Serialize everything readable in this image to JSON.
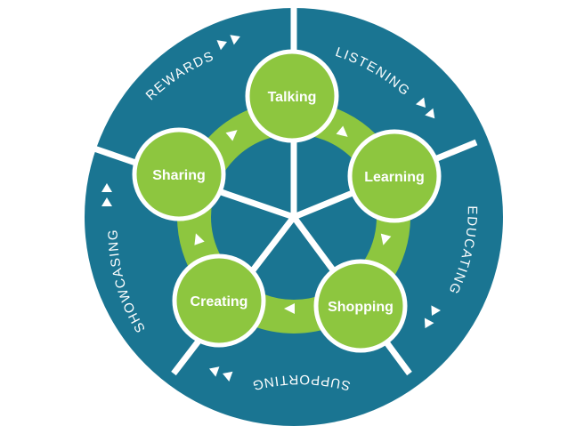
{
  "diagram": {
    "nodes": [
      {
        "key": "talking",
        "label": "Talking"
      },
      {
        "key": "learning",
        "label": "Learning"
      },
      {
        "key": "shopping",
        "label": "Shopping"
      },
      {
        "key": "creating",
        "label": "Creating"
      },
      {
        "key": "sharing",
        "label": "Sharing"
      }
    ],
    "segments": [
      {
        "key": "listening",
        "label": "LISTENING"
      },
      {
        "key": "educating",
        "label": "EDUCATING"
      },
      {
        "key": "supporting",
        "label": "SUPPORTING"
      },
      {
        "key": "showcasing",
        "label": "SHOWCASING"
      },
      {
        "key": "rewards",
        "label": "REWARDS"
      }
    ],
    "colors": {
      "outer_ring": "#1a7592",
      "inner_ring": "#8dc63f",
      "node_fill": "#8dc63f",
      "node_stroke": "#ffffff",
      "divider": "#ffffff",
      "inner_disc": "#1a7592"
    }
  }
}
